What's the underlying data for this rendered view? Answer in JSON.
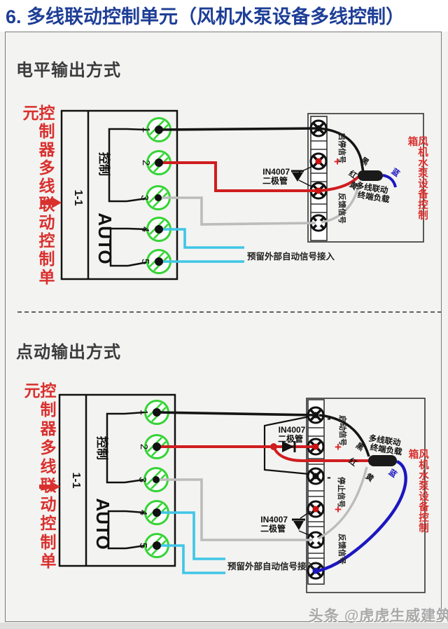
{
  "title": "6. 多线联动控制单元（风机水泵设备多线控制）",
  "watermark": "头条 @虎虎生威建筑监理",
  "labels": {
    "left_unit": "控制器多线联动控制单元",
    "control_box": "风机水泵设备控制箱",
    "reserved": "预留外部自动信号接入",
    "diode_name": "IN4007",
    "diode_type": "二极管",
    "load_line1": "多线联动",
    "load_line2": "终端负载",
    "unit_col": "1-1",
    "unit_control": "控制",
    "unit_auto": "AUTO",
    "plus": "+",
    "minus": "-",
    "wire_black": "黑",
    "wire_red": "红",
    "wire_yellow": "黄",
    "wire_blue": "蓝",
    "terminals": [
      "1",
      "2",
      "3",
      "4",
      "5"
    ]
  },
  "sections": {
    "level": {
      "heading": "电平输出方式",
      "signal_start_stop": "启停信号",
      "signal_feedback": "反馈信号"
    },
    "jog": {
      "heading": "点动输出方式",
      "signal_start": "启动信号",
      "signal_stop": "停止信号",
      "signal_feedback": "反馈信号"
    }
  },
  "colors": {
    "title_blue": "#1e3e96",
    "accent_red": "#d9302e",
    "wire_black": "#151515",
    "wire_red": "#cf1d1f",
    "wire_gray": "#bcbcbc",
    "wire_cyan": "#3fc6e6",
    "wire_blue": "#1c17c0",
    "terminal_green": "#35d435",
    "background": "#f3f3f1"
  }
}
